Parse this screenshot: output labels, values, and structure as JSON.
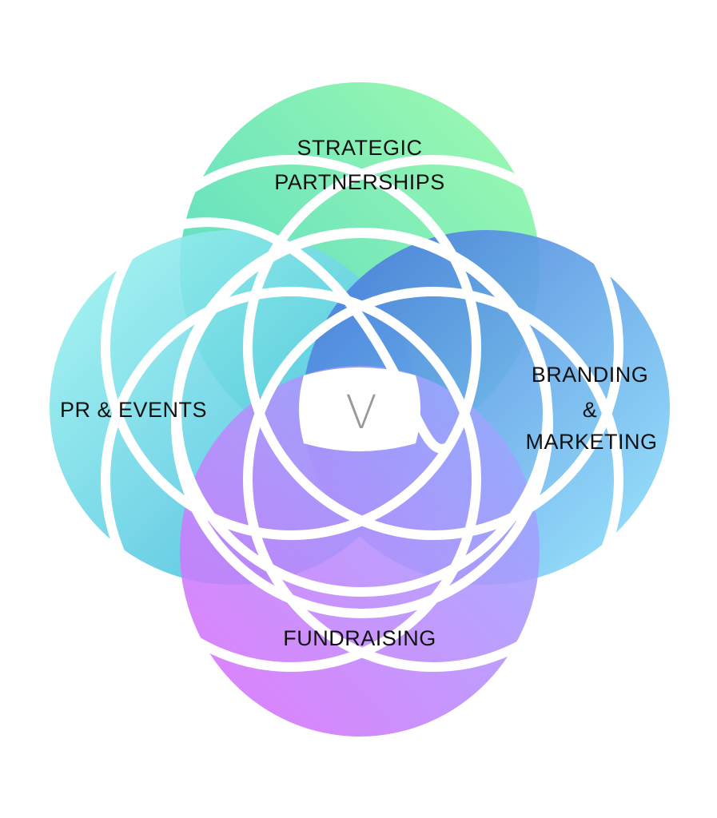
{
  "diagram": {
    "type": "venn",
    "center_label": "V",
    "sets": [
      {
        "id": "top",
        "lines": [
          "STRATEGIC",
          "PARTNERSHIPS"
        ],
        "colors": [
          "#5fdcc4",
          "#9cfab0"
        ]
      },
      {
        "id": "left",
        "lines": [
          "PR & EVENTS"
        ],
        "colors": [
          "#9ff3ef",
          "#3ec9d8"
        ]
      },
      {
        "id": "right",
        "lines": [
          "BRANDING",
          "&",
          "MARKETING"
        ],
        "colors": [
          "#4274d8",
          "#8fe0fc"
        ]
      },
      {
        "id": "bottom",
        "lines": [
          "FUNDRAISING"
        ],
        "colors": [
          "#db6cfa",
          "#93acff"
        ]
      }
    ]
  }
}
